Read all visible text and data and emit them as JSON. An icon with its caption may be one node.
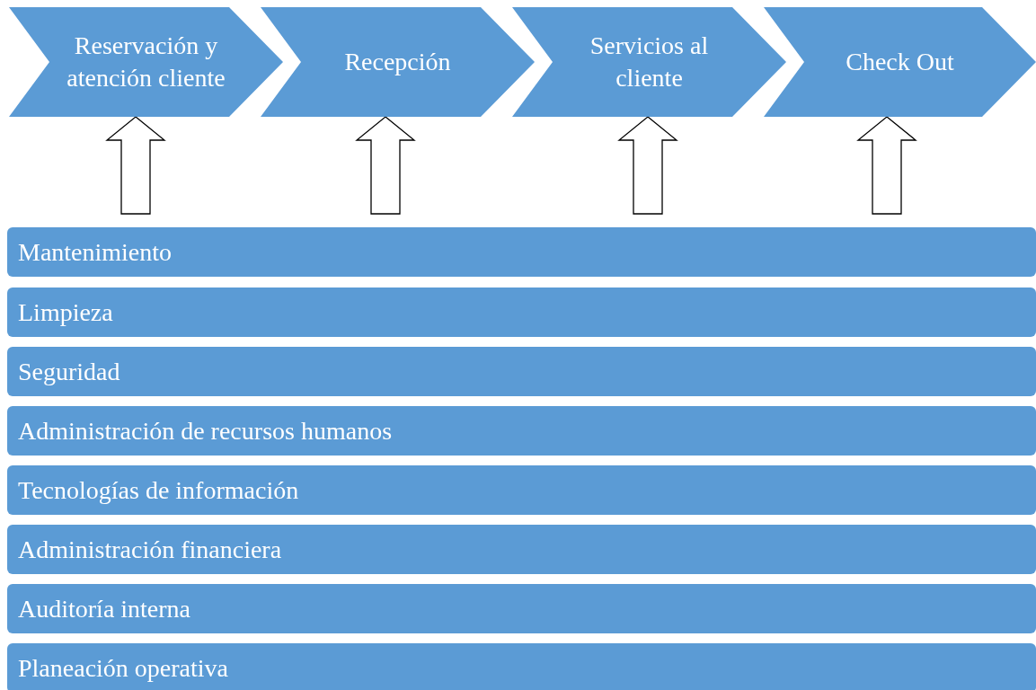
{
  "diagram": {
    "nodes": [
      {
        "text": [
          "Reservación y atención cliente"
        ]
      },
      {
        "text": [
          "Recepción"
        ]
      },
      {
        "text": [
          "Servicios al cliente"
        ]
      },
      {
        "text": [
          "Check Out"
        ]
      },
      {
        "text": [
          "Mantenimiento"
        ]
      },
      {
        "text": [
          "Limpieza"
        ]
      },
      {
        "text": [
          "Seguridad"
        ]
      },
      {
        "text": [
          "Administración de recursos humanos"
        ]
      },
      {
        "text": [
          "Tecnologías de información"
        ]
      },
      {
        "text": [
          "Administración financiera"
        ]
      },
      {
        "text": [
          "Auditoría interna"
        ]
      },
      {
        "text": [
          "Planeación operativa"
        ]
      }
    ],
    "edges": [
      {
        "from": null,
        "to": 0,
        "arrow": "to"
      },
      {
        "from": null,
        "to": 1,
        "arrow": "to"
      },
      {
        "from": null,
        "to": 2,
        "arrow": "to"
      },
      {
        "from": null,
        "to": 3,
        "arrow": "to"
      }
    ]
  }
}
